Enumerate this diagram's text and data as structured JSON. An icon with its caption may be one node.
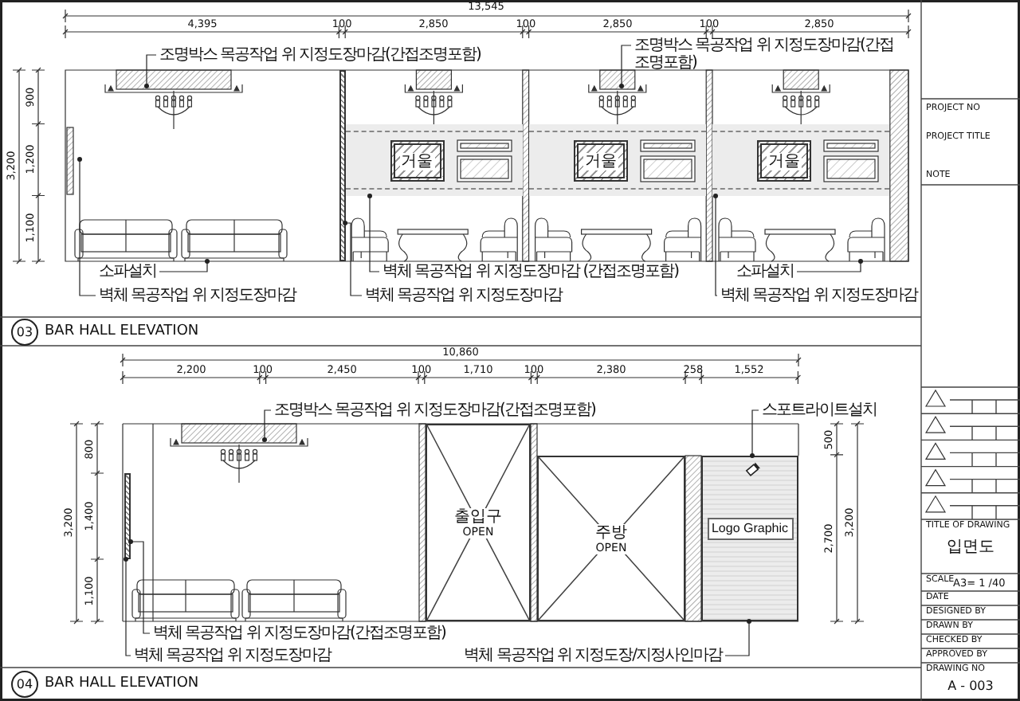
{
  "diagram": {
    "nodes": [
      {
        "text": [
          "조명박스 목공작업 위 지정도장마감(간접조명포함)"
        ]
      },
      {
        "text": [
          "조명박스 목공작업 위 지정도장마감(간접조명포함)"
        ]
      },
      {
        "text": [],
        "shape": "box"
      },
      {
        "text": [
          "거울"
        ],
        "in": 2
      },
      {
        "text": [],
        "shape": "box"
      },
      {
        "text": [
          "거울"
        ],
        "in": 4
      },
      {
        "text": [],
        "shape": "box"
      },
      {
        "text": [
          "거울"
        ],
        "in": 6
      },
      {
        "text": [],
        "shape": "bar"
      },
      {
        "text": [],
        "shape": "picture"
      },
      {
        "text": [
          "벽체 목공작업 위 지정도장마감"
        ]
      },
      {
        "text": [
          "소파설치"
        ]
      },
      {
        "text": [
          "벽체 목공작업 위 지정도장마감 (간접조명포함)"
        ]
      },
      {
        "text": [
          "벽체 목공작업 위 지정도장마감"
        ]
      },
      {
        "text": [
          "벽체 목공작업 위 지정도장마감"
        ]
      },
      {
        "text": [
          "소파설치"
        ]
      },
      {
        "text": [
          "03"
        ]
      },
      {
        "text": [
          "조명박스 목공작업 위 지정도장마감(간접조명포함)"
        ]
      },
      {
        "text": [
          "스포트라이트설치"
        ]
      },
      {
        "text": [
          "출입구",
          "OPEN"
        ]
      },
      {
        "text": [
          "주방",
          "OPEN"
        ]
      },
      {
        "text": [
          "Logo Graphic"
        ]
      },
      {
        "text": [],
        "shape": "bar"
      },
      {
        "text": [
          "벽체 목공작업 위 지정도장마감(간접조명포함)"
        ]
      },
      {
        "text": [
          "벽체 목공작업 위 지정도장마감"
        ]
      },
      {
        "text": [
          "벽체 목공작업 위 지정도장/지정사인마감"
        ]
      },
      {
        "text": [
          "04"
        ]
      },
      {
        "text": [],
        "shape": "picture"
      }
    ],
    "edges": [
      {
        "from": 0,
        "to": null,
        "arrow": "other"
      },
      {
        "from": 1,
        "to": null,
        "arrow": "other"
      },
      {
        "from": 10,
        "to": null,
        "arrow": "other"
      },
      {
        "from": 11,
        "to": 9,
        "arrow": "other"
      },
      {
        "from": 12,
        "to": 2,
        "arrow": "other"
      },
      {
        "from": 13,
        "to": 8,
        "arrow": "other"
      },
      {
        "from": 14,
        "to": 6,
        "arrow": "other"
      },
      {
        "from": 15,
        "to": 27,
        "arrow": "other"
      },
      {
        "from": 17,
        "to": null,
        "arrow": "other"
      },
      {
        "from": 18,
        "to": 21,
        "arrow": "other"
      },
      {
        "from": 23,
        "to": 22,
        "arrow": "other"
      },
      {
        "from": 24,
        "to": 22,
        "arrow": "other"
      },
      {
        "from": 25,
        "to": 21,
        "arrow": "other"
      }
    ],
    "labels": [
      "13,545",
      "4,395",
      "100",
      "2,850",
      "100",
      "2,850",
      "100",
      "2,850",
      "900",
      "1,200",
      "1,100",
      "3,200",
      "BAR HALL ELEVATION",
      "10,860",
      "2,200",
      "100",
      "2,450",
      "100",
      "1,710",
      "100",
      "2,380",
      "258",
      "1,552",
      "800",
      "1,400",
      "1,100",
      "3,200",
      "500",
      "2,700",
      "3,200",
      "BAR HALL ELEVATION",
      "PROJECT NO",
      "PROJECT TITLE",
      "NOTE",
      "TITLE OF DRAWING",
      "입면도",
      "SCALE",
      "A3= 1 /40",
      "DATE",
      "DESIGNED BY",
      "DRAWN BY",
      "CHECKED BY",
      "APPROVED BY",
      "DRAWING NO",
      "A - 003"
    ]
  }
}
